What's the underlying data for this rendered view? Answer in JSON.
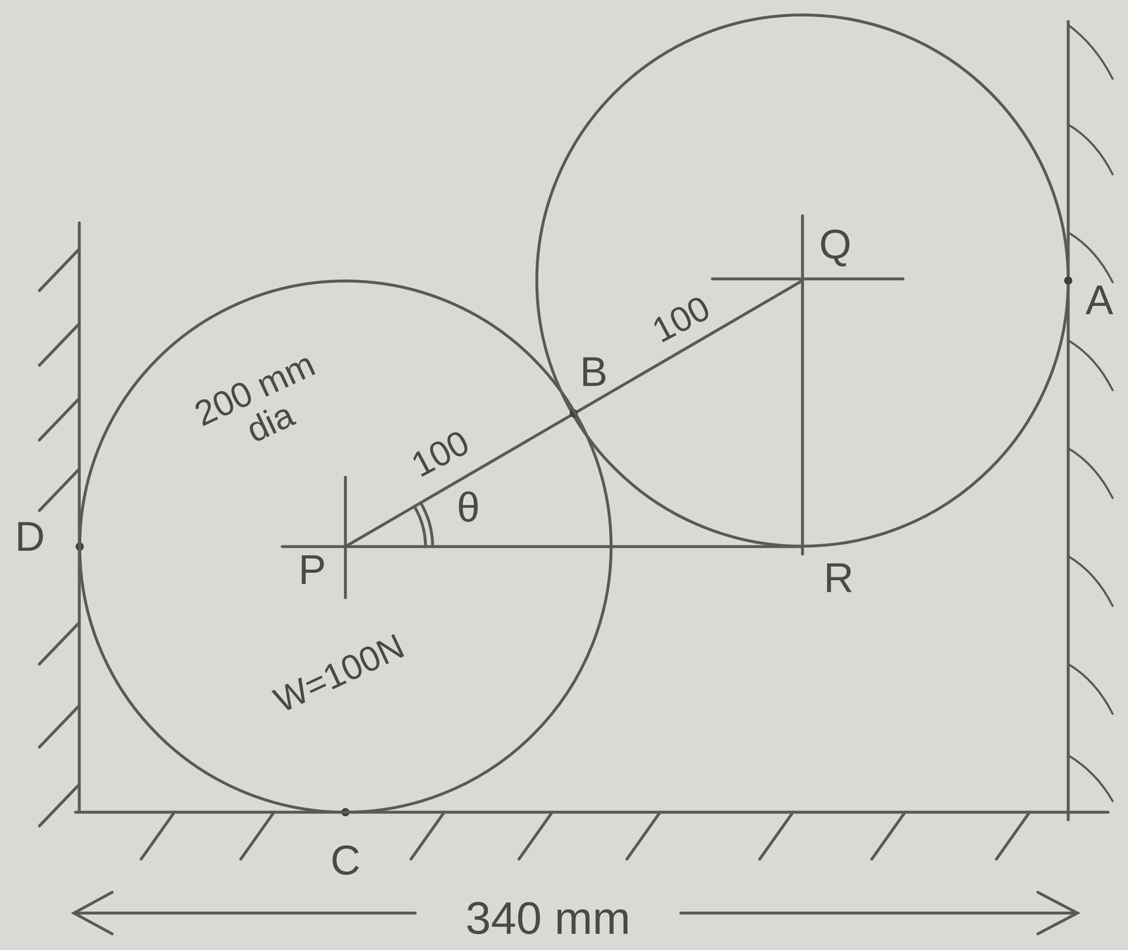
{
  "diagram": {
    "nodes": [
      {
        "text": [
          "200 mm dia",
          "W=100N"
        ]
      }
    ],
    "labels": [
      "D",
      "C",
      "P",
      "θ",
      "100",
      "B",
      "100",
      "Q",
      "A",
      "R",
      "340 mm"
    ]
  }
}
